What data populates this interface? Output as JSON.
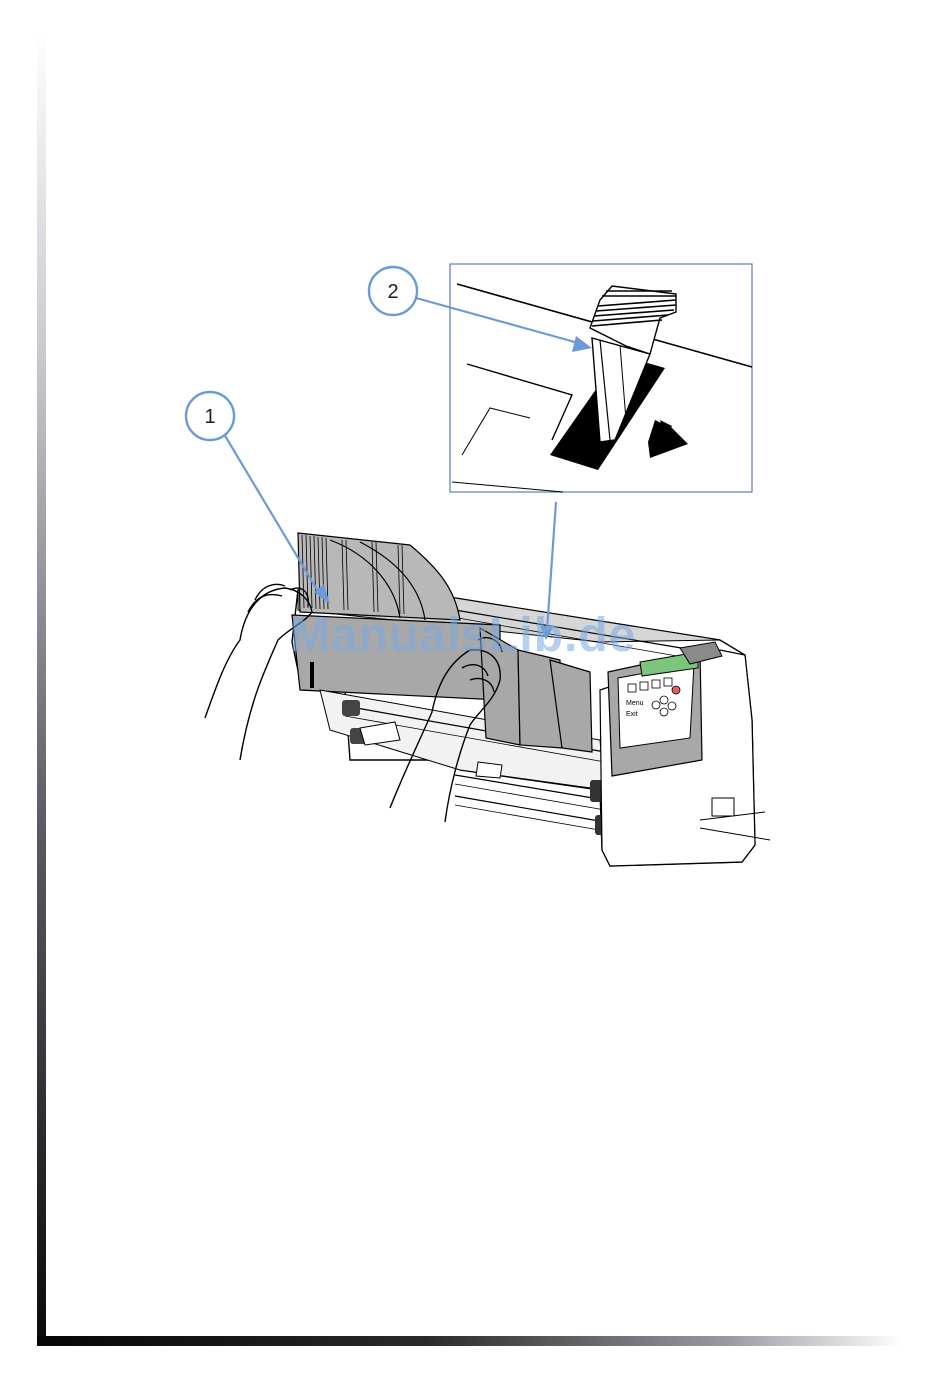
{
  "figure": {
    "callouts": [
      {
        "label": "1"
      },
      {
        "label": "2"
      }
    ],
    "panel_labels": [
      "Menu",
      "Exit"
    ]
  },
  "watermark": {
    "text": "ManualsLib.de"
  },
  "colors": {
    "callout_blue": "#6a9bd8",
    "frame_dark": "#0a0a0a",
    "printer_gray": "#a8a8a8",
    "lcd_green": "#7bc67a"
  }
}
